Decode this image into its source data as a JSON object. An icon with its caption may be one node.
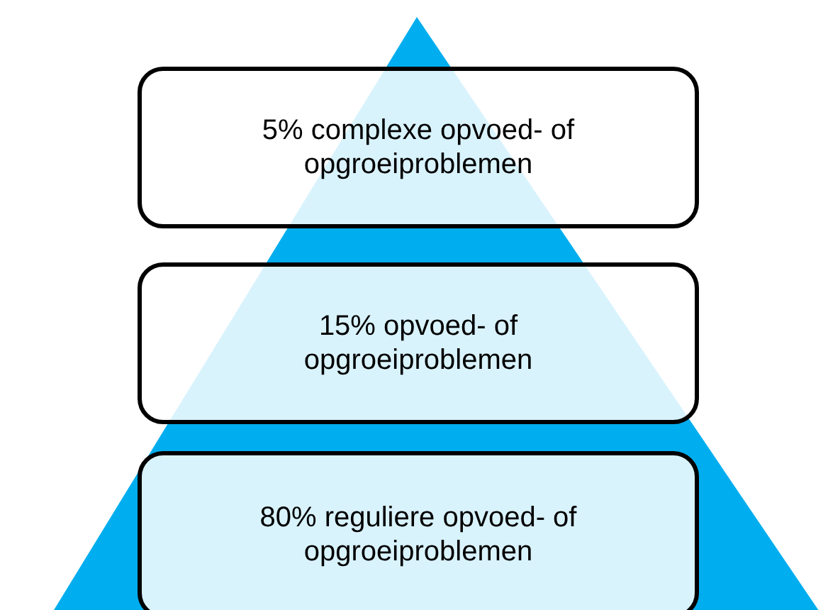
{
  "diagram": {
    "nodes": [
      {
        "text": [
          "5% complexe opvoed- of opgroeiproblemen"
        ]
      },
      {
        "text": [
          "15% opvoed- of opgroeiproblemen"
        ]
      },
      {
        "text": [
          "80% reguliere opvoed- of opgroeiproblemen"
        ]
      }
    ]
  }
}
